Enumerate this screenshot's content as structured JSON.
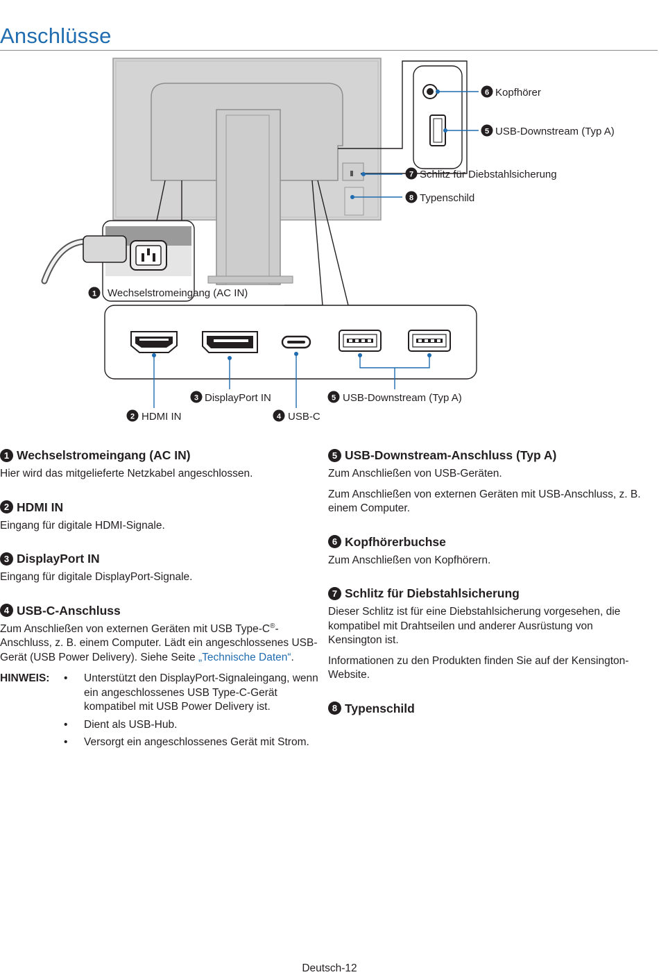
{
  "title": "Anschlüsse",
  "diagram": {
    "labels": {
      "kopfhoerer": "Kopfhörer",
      "usb_down_top": "USB-Downstream (Typ A)",
      "schlitz": "Schlitz für Diebstahlsicherung",
      "typenschild": "Typenschild",
      "ac_in": "Wechselstromeingang (AC IN)",
      "displayport": "DisplayPort IN",
      "usb_down_bottom": "USB-Downstream (Typ A)",
      "hdmi": "HDMI IN",
      "usbc": "USB-C"
    },
    "numbers": {
      "n1": "1",
      "n2": "2",
      "n3": "3",
      "n4": "4",
      "n5": "5",
      "n6": "6",
      "n7": "7",
      "n8": "8"
    }
  },
  "sections": {
    "s1": {
      "num": "1",
      "heading": "Wechselstromeingang (AC IN)",
      "text": "Hier wird das mitgelieferte Netzkabel angeschlossen."
    },
    "s2": {
      "num": "2",
      "heading": "HDMI IN",
      "text": "Eingang für digitale HDMI-Signale."
    },
    "s3": {
      "num": "3",
      "heading": "DisplayPort IN",
      "text": "Eingang für digitale DisplayPort-Signale."
    },
    "s4": {
      "num": "4",
      "heading": "USB-C-Anschluss",
      "text_a": "Zum Anschließen von externen Geräten mit USB Type-C",
      "reg": "®",
      "text_b": "-Anschluss, z. B. einem Computer. Lädt ein angeschlossenes USB-Gerät (USB Power Delivery). Siehe Seite ",
      "link": "„Technische Daten“",
      "text_c": ".",
      "note_label": "HINWEIS:",
      "note_items": [
        "Unterstützt den DisplayPort-Signaleingang, wenn ein angeschlossenes USB Type-C-Gerät kompatibel mit USB Power Delivery ist.",
        "Dient als USB-Hub.",
        "Versorgt ein angeschlossenes Gerät mit Strom."
      ]
    },
    "s5": {
      "num": "5",
      "heading": "USB-Downstream-Anschluss (Typ A)",
      "text1": "Zum Anschließen von USB-Geräten.",
      "text2": "Zum Anschließen von externen Geräten mit USB-Anschluss, z. B. einem Computer."
    },
    "s6": {
      "num": "6",
      "heading": "Kopfhörerbuchse",
      "text": "Zum Anschließen von Kopfhörern."
    },
    "s7": {
      "num": "7",
      "heading": "Schlitz für Diebstahlsicherung",
      "text1": "Dieser Schlitz ist für eine Diebstahlsicherung vorgesehen, die kompatibel mit Drahtseilen und anderer Ausrüstung von Kensington ist.",
      "text2": "Informationen zu den Produkten finden Sie auf der Kensington-Website."
    },
    "s8": {
      "num": "8",
      "heading": "Typenschild"
    }
  },
  "footer": "Deutsch-12",
  "colors": {
    "accent": "#1f6cb0",
    "text": "#231f20",
    "monitor": "#d4d4d4"
  }
}
